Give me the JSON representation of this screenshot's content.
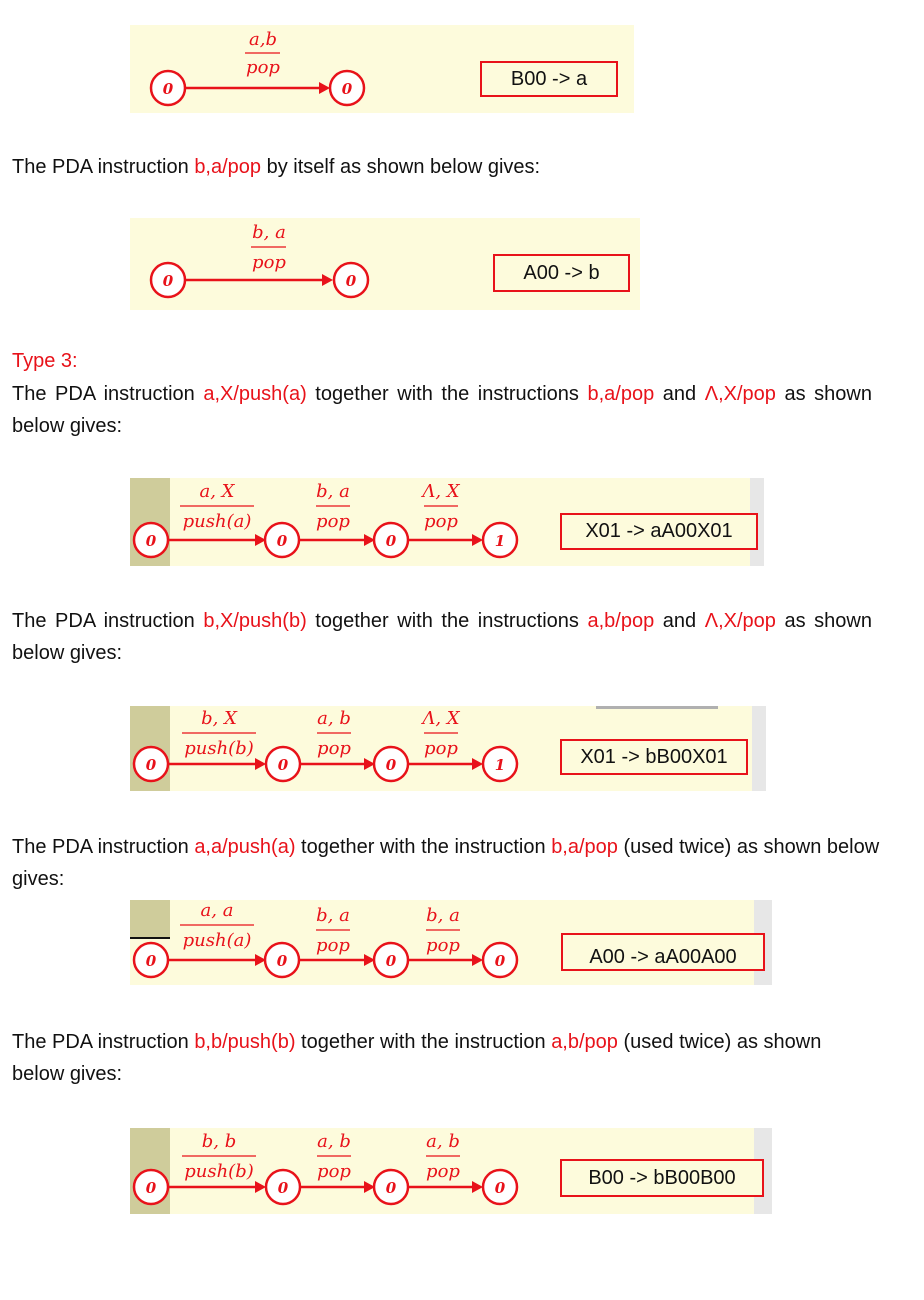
{
  "diagrams": [
    {
      "states": [
        "0",
        "0"
      ],
      "transitions": [
        {
          "input": "a,b",
          "action": "pop"
        }
      ],
      "production": "B00 -> a"
    },
    {
      "states": [
        "0",
        "0"
      ],
      "transitions": [
        {
          "input": "b, a",
          "action": "pop"
        }
      ],
      "production": "A00 -> b"
    },
    {
      "states": [
        "0",
        "0",
        "0",
        "1"
      ],
      "transitions": [
        {
          "input": "a, X",
          "action": "push(a)"
        },
        {
          "input": "b, a",
          "action": "pop"
        },
        {
          "input": "Λ, X",
          "action": "pop"
        }
      ],
      "production": "X01 -> aA00X01"
    },
    {
      "states": [
        "0",
        "0",
        "0",
        "1"
      ],
      "transitions": [
        {
          "input": "b, X",
          "action": "push(b)"
        },
        {
          "input": "a, b",
          "action": "pop"
        },
        {
          "input": "Λ, X",
          "action": "pop"
        }
      ],
      "production": "X01 -> bB00X01"
    },
    {
      "states": [
        "0",
        "0",
        "0",
        "0"
      ],
      "transitions": [
        {
          "input": "a, a",
          "action": "push(a)"
        },
        {
          "input": "b, a",
          "action": "pop"
        },
        {
          "input": "b, a",
          "action": "pop"
        }
      ],
      "production": "A00 ->  aA00A00"
    },
    {
      "states": [
        "0",
        "0",
        "0",
        "0"
      ],
      "transitions": [
        {
          "input": "b, b",
          "action": "push(b)"
        },
        {
          "input": "a, b",
          "action": "pop"
        },
        {
          "input": "a, b",
          "action": "pop"
        }
      ],
      "production": "B00 ->  bB00B00"
    }
  ],
  "text": {
    "p1": {
      "pre": "The PDA instruction ",
      "instr": "b,a/pop",
      "post": " by itself as shown below gives:"
    },
    "type3": "Type 3:",
    "p2": {
      "pre": "The PDA instruction ",
      "i1": "a,X/push(a)",
      "mid1": " together with the instructions ",
      "i2": "b,a/pop",
      "mid2": " and ",
      "i3": "Λ,X/pop",
      "post": " as shown below gives:"
    },
    "p3": {
      "pre": "The PDA instruction ",
      "i1": "b,X/push(b)",
      "mid1": " together with the instructions ",
      "i2": "a,b/pop",
      "mid2": " and ",
      "i3": "Λ,X/pop",
      "post": " as shown below gives:"
    },
    "p4": {
      "pre": "The PDA instruction ",
      "i1": "a,a/push(a)",
      "mid1": " together with the instruction ",
      "i2": "b,a/pop",
      "post": " (used twice) as shown below gives:"
    },
    "p5": {
      "pre": "The PDA instruction ",
      "i1": "b,b/push(b)",
      "mid1": " together with the instruction ",
      "i2": "a,b/pop",
      "post": " (used twice) as shown below gives:"
    }
  },
  "colors": {
    "accent_red": "#e8121a",
    "panel_bg": "#fdfbdc",
    "panel_stripe": "#cfcc9b"
  }
}
